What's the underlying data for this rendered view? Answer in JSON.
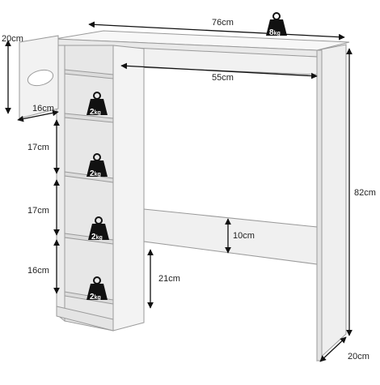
{
  "dimensions": {
    "top_width": "76cm",
    "inner_width": "55cm",
    "total_height": "82cm",
    "depth": "20cm",
    "door_height": "20cm",
    "shelf_1": "16cm",
    "shelf_2": "17cm",
    "shelf_3": "17cm",
    "shelf_4": "16cm",
    "crossbar": "10cm",
    "leg_clearance": "21cm"
  },
  "weights": {
    "top": {
      "num": "8",
      "unit": "kg"
    },
    "shelf_1": {
      "num": "2",
      "unit": "kg"
    },
    "shelf_2": {
      "num": "2",
      "unit": "kg"
    },
    "shelf_3": {
      "num": "2",
      "unit": "kg"
    },
    "shelf_4": {
      "num": "2",
      "unit": "kg"
    }
  },
  "colors": {
    "panel": "#f4f4f4",
    "edge": "#9a9a9a",
    "inner": "#e6e6e6",
    "dim_line": "#111111",
    "weight_icon": "#111111",
    "weight_text": "#ffffff"
  }
}
